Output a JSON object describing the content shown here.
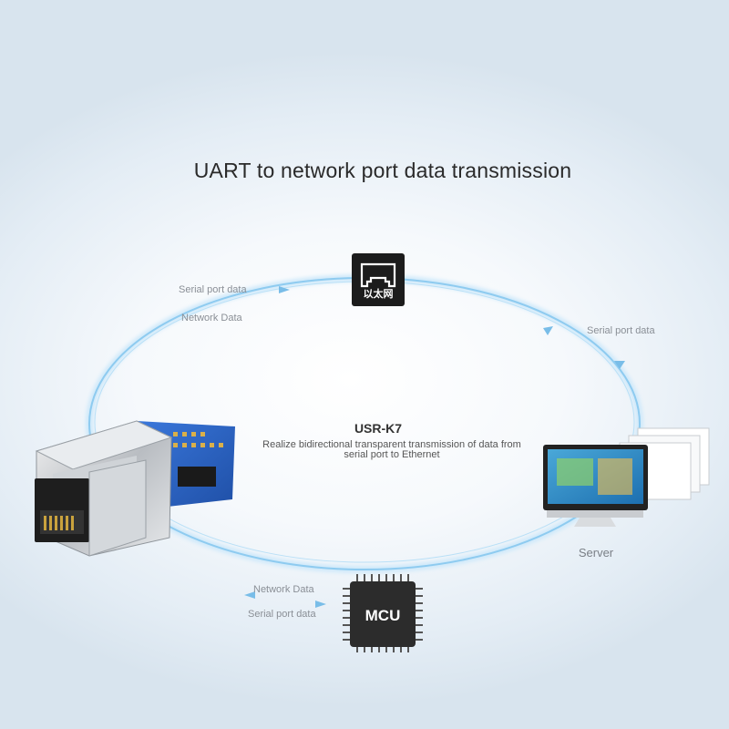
{
  "title": "UART to network port data transmission",
  "top_node": {
    "label": "以太网",
    "icon": "ethernet-port-icon"
  },
  "flows": {
    "top_left_serial": "Serial port data",
    "top_left_network": "Network Data",
    "right_serial": "Serial port data",
    "bottom_network": "Network Data",
    "bottom_serial": "Serial port data"
  },
  "product": {
    "name": "USR-K7",
    "description_line1": "Realize bidirectional transparent transmission of data from",
    "description_line2": "serial port to Ethernet"
  },
  "server": {
    "label": "Server"
  },
  "mcu": {
    "label": "MCU"
  },
  "colors": {
    "ring": "#8ecbf0",
    "ring_glow": "#cfe9fa",
    "pcb": "#2b5fc4",
    "chip": "#2c2c2c"
  }
}
